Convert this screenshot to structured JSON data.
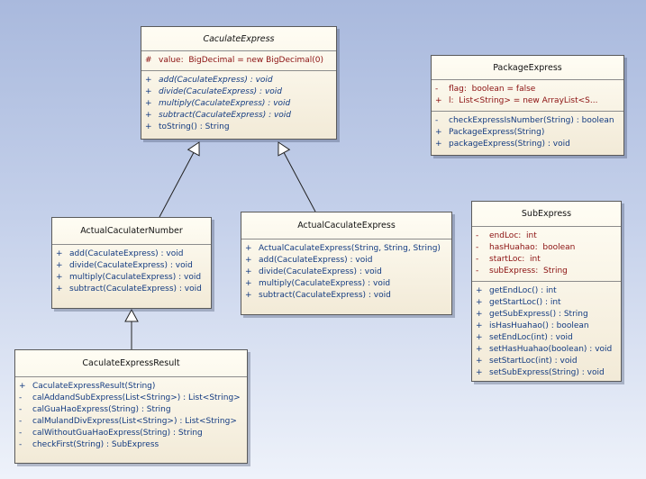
{
  "classes": [
    {
      "id": "caculate-express",
      "name": "CaculateExpress",
      "abstract": true,
      "attributes": [
        {
          "vis": "#",
          "text": "value:  BigDecimal = new BigDecimal(0)"
        }
      ],
      "operations": [
        {
          "vis": "+",
          "text": "add(CaculateExpress) : void",
          "italic": true
        },
        {
          "vis": "+",
          "text": "divide(CaculateExpress) : void",
          "italic": true
        },
        {
          "vis": "+",
          "text": "multiply(CaculateExpress) : void",
          "italic": true
        },
        {
          "vis": "+",
          "text": "subtract(CaculateExpress) : void",
          "italic": true
        },
        {
          "vis": "+",
          "text": "toString() : String"
        }
      ]
    },
    {
      "id": "package-express",
      "name": "PackageExpress",
      "attributes": [
        {
          "vis": "-",
          "text": "flag:  boolean = false"
        },
        {
          "vis": "+",
          "text": "l:  List<String> = new ArrayList<S..."
        }
      ],
      "operations": [
        {
          "vis": "-",
          "text": "checkExpressIsNumber(String) : boolean"
        },
        {
          "vis": "+",
          "text": "PackageExpress(String)"
        },
        {
          "vis": "+",
          "text": "packageExpress(String) : void"
        }
      ]
    },
    {
      "id": "actual-caculater-number",
      "name": "ActualCaculaterNumber",
      "attributes": [],
      "operations": [
        {
          "vis": "+",
          "text": "add(CaculateExpress) : void"
        },
        {
          "vis": "+",
          "text": "divide(CaculateExpress) : void"
        },
        {
          "vis": "+",
          "text": "multiply(CaculateExpress) : void"
        },
        {
          "vis": "+",
          "text": "subtract(CaculateExpress) : void"
        }
      ]
    },
    {
      "id": "actual-caculate-express",
      "name": "ActualCaculateExpress",
      "attributes": [],
      "operations": [
        {
          "vis": "+",
          "text": "ActualCaculateExpress(String, String, String)"
        },
        {
          "vis": "+",
          "text": "add(CaculateExpress) : void"
        },
        {
          "vis": "+",
          "text": "divide(CaculateExpress) : void"
        },
        {
          "vis": "+",
          "text": "multiply(CaculateExpress) : void"
        },
        {
          "vis": "+",
          "text": "subtract(CaculateExpress) : void"
        }
      ]
    },
    {
      "id": "sub-express",
      "name": "SubExpress",
      "attributes": [
        {
          "vis": "-",
          "text": "endLoc:  int"
        },
        {
          "vis": "-",
          "text": "hasHuahao:  boolean"
        },
        {
          "vis": "-",
          "text": "startLoc:  int"
        },
        {
          "vis": "-",
          "text": "subExpress:  String"
        }
      ],
      "operations": [
        {
          "vis": "+",
          "text": "getEndLoc() : int"
        },
        {
          "vis": "+",
          "text": "getStartLoc() : int"
        },
        {
          "vis": "+",
          "text": "getSubExpress() : String"
        },
        {
          "vis": "+",
          "text": "isHasHuahao() : boolean"
        },
        {
          "vis": "+",
          "text": "setEndLoc(int) : void"
        },
        {
          "vis": "+",
          "text": "setHasHuahao(boolean) : void"
        },
        {
          "vis": "+",
          "text": "setStartLoc(int) : void"
        },
        {
          "vis": "+",
          "text": "setSubExpress(String) : void"
        }
      ]
    },
    {
      "id": "caculate-express-result",
      "name": "CaculateExpressResult",
      "attributes": [],
      "operations": [
        {
          "vis": "+",
          "text": "CaculateExpressResult(String)"
        },
        {
          "vis": "-",
          "text": "calAddandSubExpress(List<String>) : List<String>"
        },
        {
          "vis": "-",
          "text": "calGuaHaoExpress(String) : String"
        },
        {
          "vis": "-",
          "text": "calMulandDivExpress(List<String>) : List<String>"
        },
        {
          "vis": "-",
          "text": "calWithoutGuaHaoExpress(String) : String"
        },
        {
          "vis": "-",
          "text": "checkFirst(String) : SubExpress"
        }
      ]
    }
  ],
  "relations": [
    {
      "type": "generalization",
      "from": "actual-caculater-number",
      "to": "caculate-express"
    },
    {
      "type": "generalization",
      "from": "actual-caculate-express",
      "to": "caculate-express"
    },
    {
      "type": "generalization",
      "from": "caculate-express-result",
      "to": "actual-caculater-number"
    }
  ],
  "colors": {
    "background_top": "#a9b9dd",
    "background_bottom": "#eef2fa",
    "class_fill": "#f2ead7",
    "operation_text": "#123a80",
    "attribute_text": "#8b1010"
  }
}
